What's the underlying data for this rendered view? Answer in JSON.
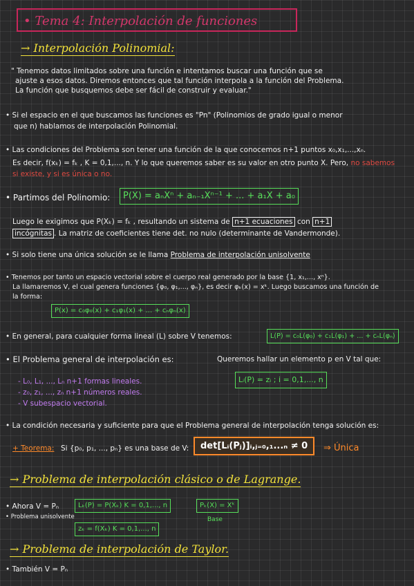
{
  "title": "• Tema 4: Interpolación de funciones",
  "section1": {
    "heading": "→ Interpolación Polinomial:",
    "quote": [
      "\" Tenemos datos limitados sobre una función e intentamos buscar una función que se",
      "ajuste a esos datos. Diremos entonces que tal función interpola a la función del Problema.",
      "La función que busquemos debe ser fácil de construir y evaluar.\""
    ],
    "bullet1": [
      "• Si el espacio en el que buscamos las funciones es \"Pn\" (Polinomios de grado igual o menor",
      "que n) hablamos de interpolación Polinomial."
    ],
    "bullet2": [
      "• Las condiciones del Problema son tener una función de la que conocemos n+1 puntos x₀,x₁,...,xₙ.",
      "Es decir, f(xₖ) = fₖ , K = 0,1,..., n. Y lo que queremos saber es su valor en otro punto X. Pero,"
    ],
    "bullet2_red_a": "no sabemos",
    "bullet2_red_b": "si existe, y si es única o no.",
    "partimos_label": "• Partimos del Polinomio:",
    "partimos_formula": "P(X) = aₙXⁿ + aₙ₋₁Xⁿ⁻¹ + ... + a₁X + a₀",
    "luego_a": "Luego le exigimos que P(Xₖ) = fₖ , resultando un sistema de",
    "luego_box1": "n+1 ecuaciones",
    "luego_con": "con",
    "luego_box2": "n+1",
    "luego_box3": "incógnitas",
    "luego_b": ". La matriz de coeficientes tiene det. no nulo (determinante de Vandermonde).",
    "unisolvente_a": "• Si solo tiene una única solución se le llama",
    "unisolvente_b": "Problema de interpolación unisolvente",
    "base": [
      "• Tenemos por tanto un espacio vectorial sobre el cuerpo real generado por la base {1, x₁,..., xⁿ}.",
      "La llamaremos V, el cual genera funciones {φ₀, φ₁,..., φₙ}, es decir φₖ(x) = xᵏ. Luego buscamos una función de",
      "la forma:"
    ],
    "forma_formula": "P(x) = c₀φ₀(x) + c₁φ₁(x) + ... + cₙφₙ(x)",
    "general_text": "• En general, para cualquier forma lineal (L) sobre V tenemos:",
    "general_formula": "L(P) = c₀L(φ₀) + c₁L(φ₁) + ... + cₙL(φₙ)",
    "problema_general": "• El Problema general de interpolación es:",
    "queremos": "Queremos hallar un elemento p en V tal que:",
    "li_formula": "Lᵢ(P) = zᵢ ;  i = 0,1,..., n",
    "purple": [
      "- L₀, L₁, ..., Lₙ  n+1 formas lineales.",
      "- z₀, z₁, ..., zₙ  n+1 números reales.",
      "- V subespacio vectorial."
    ],
    "condicion": "• La condición necesaria y suficiente para que el Problema general de interpolación tenga solución es:",
    "teorema_label": "+ Teorema:",
    "teorema_text": "Si {p₀, p₁, ..., pₙ} es una base de V:",
    "teorema_box": "det[Lᵢ(Pⱼ)]ᵢ,ⱼ₌₀,₁...ₙ ≠ 0",
    "unica": "⇒ Única"
  },
  "section2": {
    "heading": "→ Problema de interpolación clásico o de Lagrange.",
    "ahora": "• Ahora V = Pₙ",
    "unisolvente": "• Problema unisolvente",
    "box1": "Lₖ(P) = P(Xₖ)  K = 0,1,..., n",
    "box2": "zₖ = f(Xₖ)   K = 0,1,..., n",
    "box3": "Pₖ(X) = Xᵏ",
    "base_label": "Base"
  },
  "section3": {
    "heading": "→ Problema de interpolación de Taylor.",
    "tambien": "• También V = Pₙ"
  }
}
